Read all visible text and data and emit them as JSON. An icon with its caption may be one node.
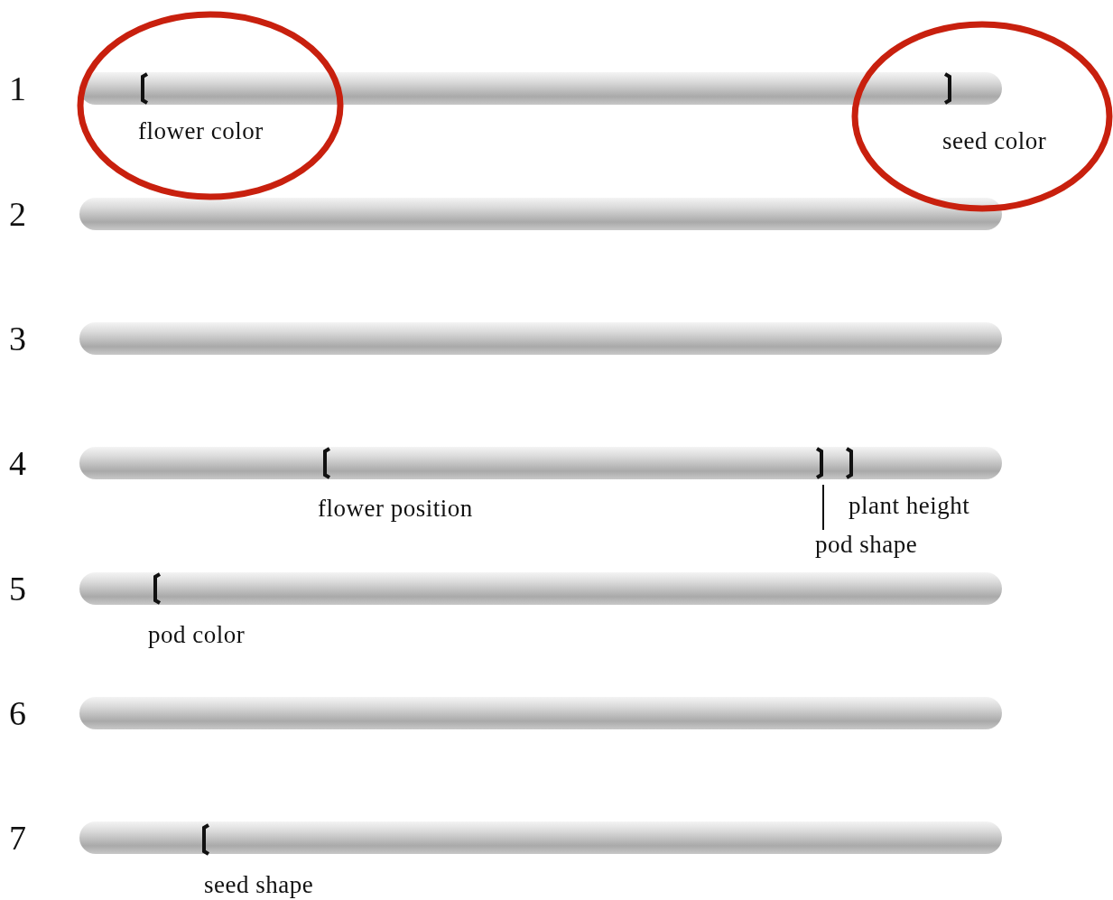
{
  "diagram": {
    "nodes": [
      {
        "text": [
          "flower color"
        ]
      },
      {
        "text": [
          "seed color"
        ]
      },
      {
        "text": [],
        "shape": "bar"
      },
      {
        "text": [],
        "shape": "bar"
      },
      {
        "text": [],
        "shape": "bar"
      },
      {
        "text": [],
        "shape": "bar"
      },
      {
        "text": [],
        "shape": "bar"
      },
      {
        "text": [],
        "shape": "bar"
      },
      {
        "text": [],
        "shape": "bar"
      },
      {
        "text": [
          "pod shape"
        ]
      }
    ],
    "edges": [
      {
        "from": 9,
        "to": 5,
        "arrow": "none"
      }
    ],
    "labels": [
      "1",
      "2",
      "3",
      "4",
      "5",
      "6",
      "7",
      "flower position",
      "plant height",
      "pod color",
      "seed shape"
    ]
  }
}
